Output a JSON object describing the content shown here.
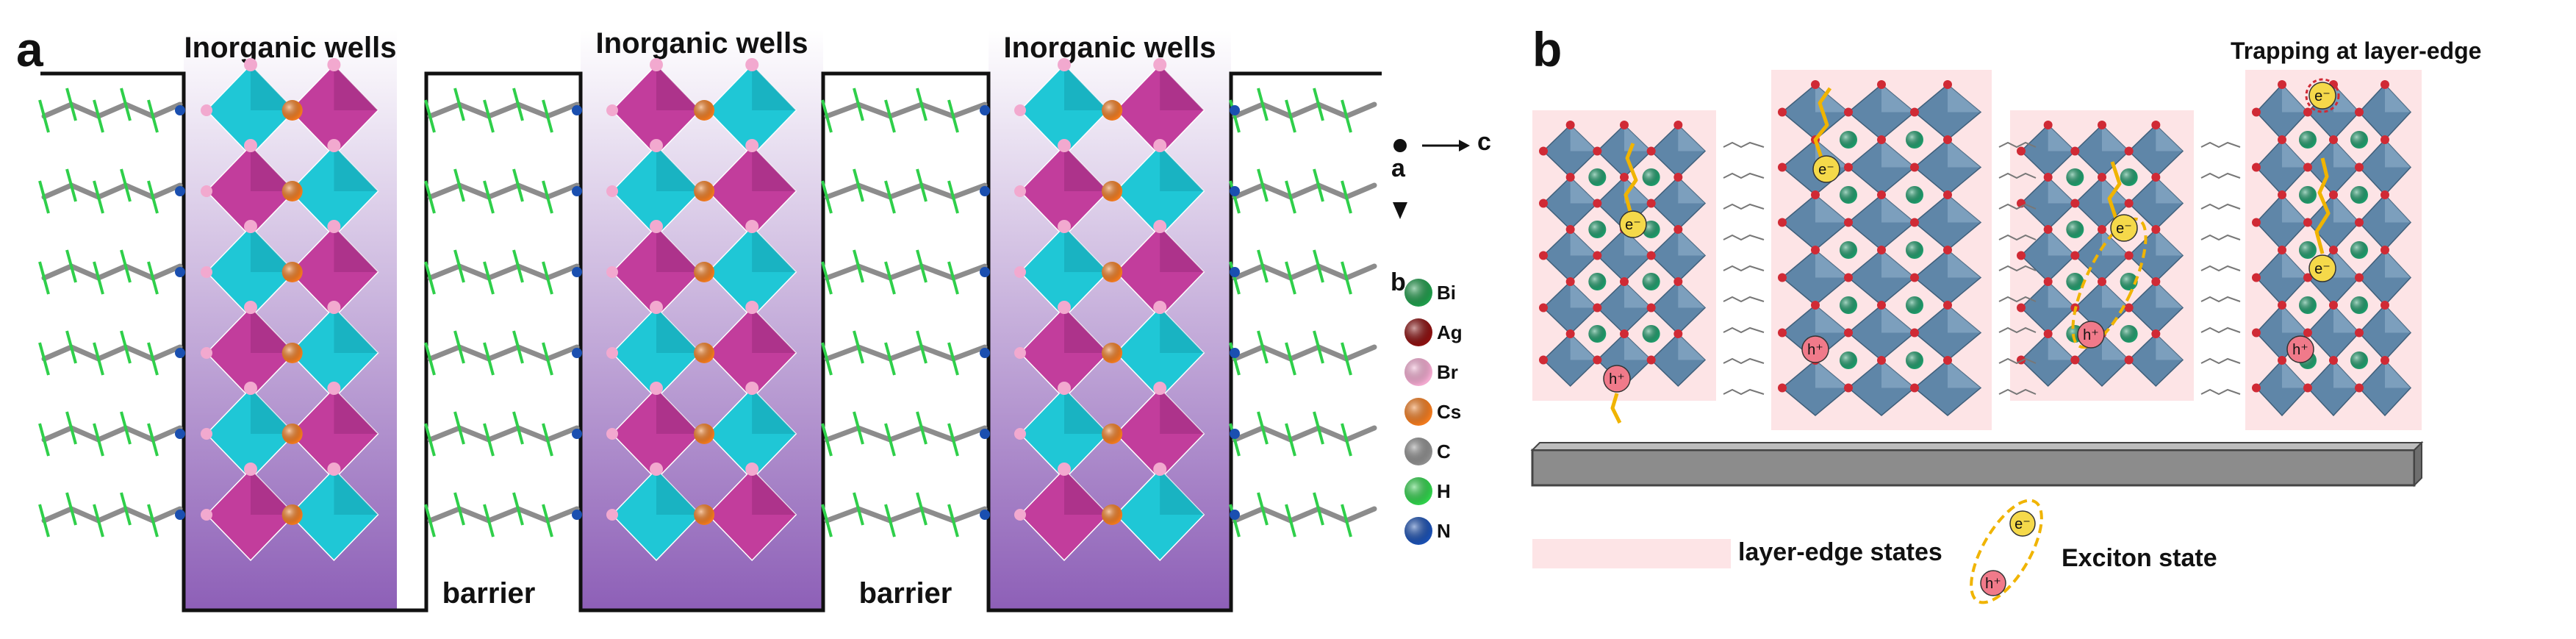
{
  "panel_a": {
    "label": "a",
    "wells": [
      "Inorganic wells",
      "Inorganic wells",
      "Inorganic wells"
    ],
    "barriers": [
      "barrier",
      "barrier"
    ],
    "axes": {
      "out_of_plane": "a",
      "horizontal": "c",
      "vertical": "b"
    },
    "legend": [
      {
        "symbol": "Bi",
        "color": "#1f9a4a"
      },
      {
        "symbol": "Ag",
        "color": "#8a1010"
      },
      {
        "symbol": "Br",
        "color": "#f2a9cf"
      },
      {
        "symbol": "Cs",
        "color": "#f07a1e"
      },
      {
        "symbol": "C",
        "color": "#8c8c8c"
      },
      {
        "symbol": "H",
        "color": "#2fcf4a"
      },
      {
        "symbol": "N",
        "color": "#1a4fb0"
      }
    ],
    "colors": {
      "octa_cyan": "#1fc7d6",
      "octa_magenta": "#c23d9c",
      "well_fill": "#c7a3d8"
    }
  },
  "panel_b": {
    "label": "b",
    "trap_title": "Trapping at layer-edge",
    "electron": "e⁻",
    "hole": "h⁺",
    "legend": {
      "edge_states": "layer-edge states",
      "exciton": "Exciton state"
    },
    "colors": {
      "octa": "#5f86a8",
      "edge": "#fde4e6",
      "substrate": "#8c8c8c",
      "arrow": "#f0b400"
    }
  }
}
